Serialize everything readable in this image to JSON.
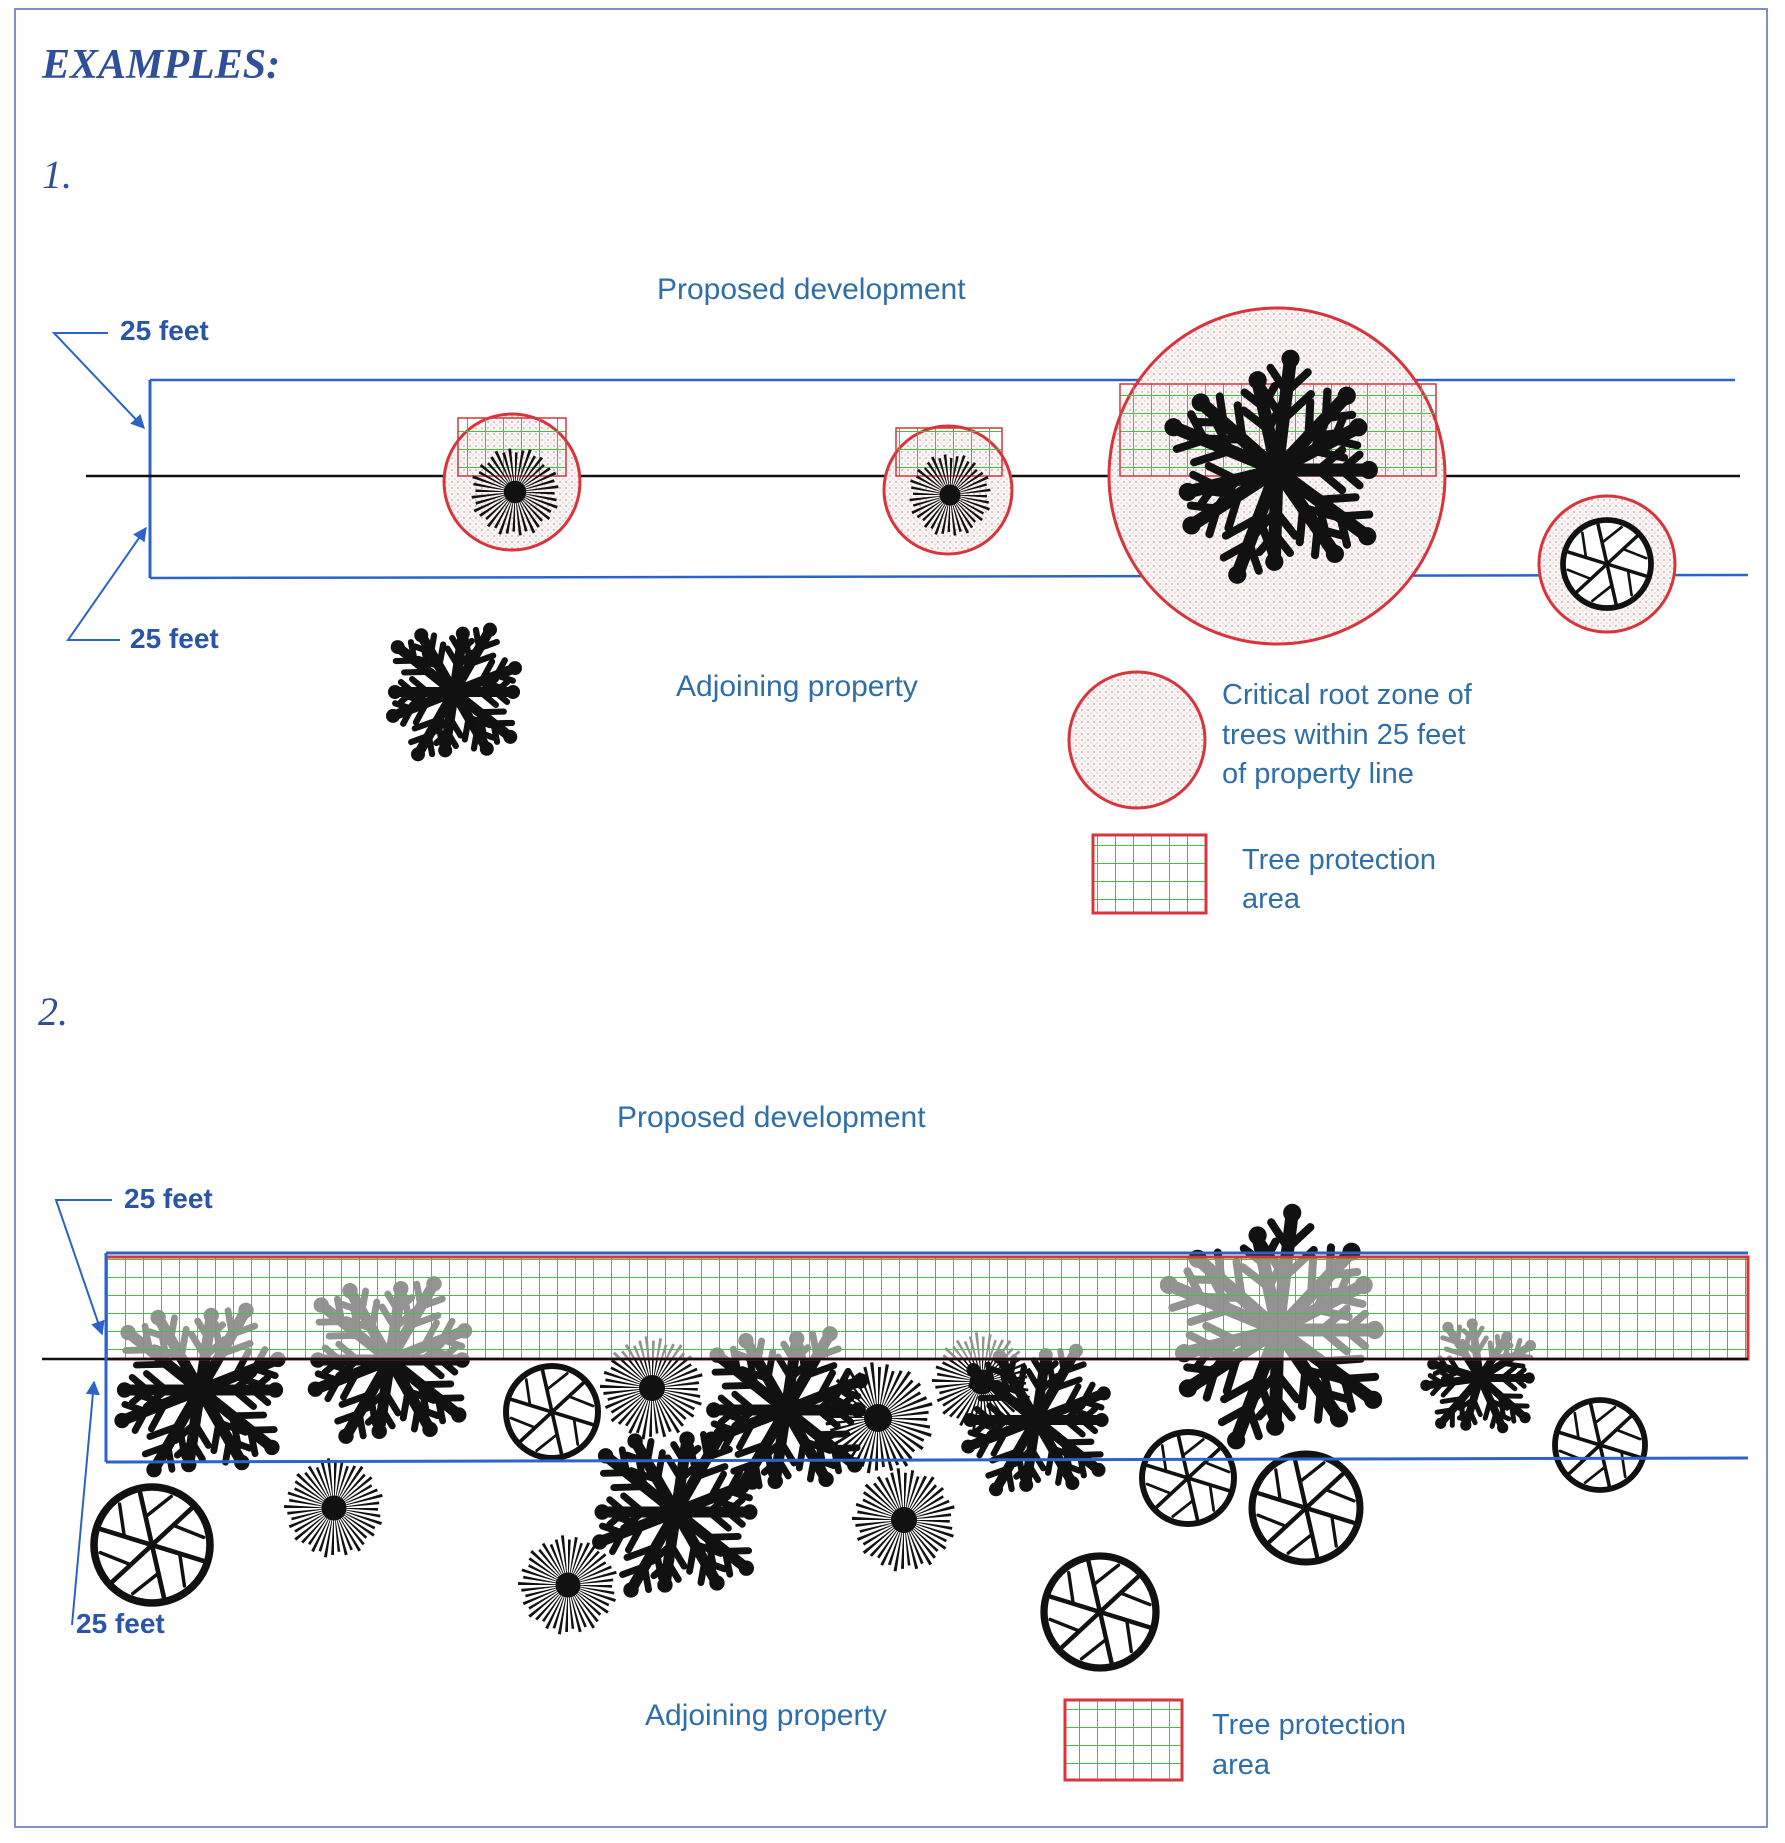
{
  "title": "EXAMPLES:",
  "colors": {
    "text_blue": "#2f6ea8",
    "line_blue": "#2b63c9",
    "root_zone_red": "#d8343c",
    "grid_green": "#3fc43f",
    "tree_black": "#111111"
  },
  "example1": {
    "number": "1.",
    "proposed_label": "Proposed development",
    "adjoining_label": "Adjoining property",
    "dim_top": "25 feet",
    "dim_bottom": "25 feet",
    "legend": {
      "root_zone": [
        "Critical root zone of",
        "trees within 25 feet",
        "of property line"
      ],
      "protection": [
        "Tree protection",
        "area"
      ]
    }
  },
  "example2": {
    "number": "2.",
    "proposed_label": "Proposed development",
    "adjoining_label": "Adjoining property",
    "dim_top": "25 feet",
    "dim_bottom": "25 feet",
    "legend": {
      "protection": [
        "Tree protection",
        "area"
      ]
    }
  }
}
